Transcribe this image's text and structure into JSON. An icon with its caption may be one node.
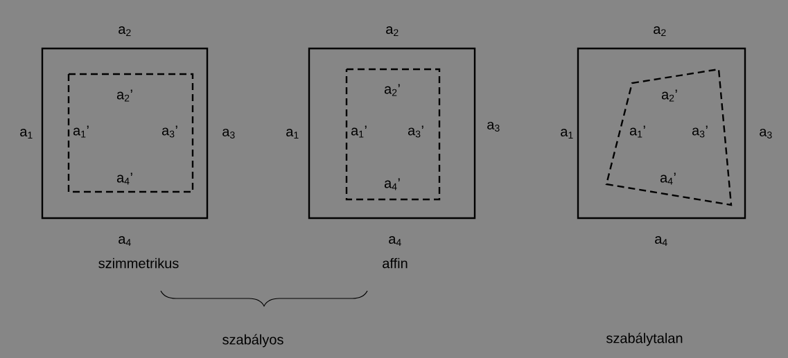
{
  "diagram": {
    "nodes": [
      {
        "text": [],
        "shape": "box",
        "beside": [
          "a$_{2}$",
          "a$_{1}$",
          "a$_{3}$",
          "a$_{4}$"
        ]
      },
      {
        "text": [
          "a$_{2}$’",
          "a$_{1}$’",
          "a$_{3}$’",
          "a$_{4}$’"
        ],
        "in": 0
      },
      {
        "text": [],
        "shape": "box",
        "beside": [
          "a$_{2}$",
          "a$_{1}$",
          "a$_{3}$",
          "a$_{4}$"
        ]
      },
      {
        "text": [
          "a$_{2}$’",
          "a$_{1}$’",
          "a$_{3}$’",
          "a$_{4}$’"
        ],
        "in": 2
      },
      {
        "text": [],
        "shape": "box",
        "beside": [
          "a$_{2}$",
          "a$_{1}$",
          "a$_{3}$",
          "a$_{4}$"
        ]
      },
      {
        "text": [
          "a$_{2}$’",
          "a$_{1}$’",
          "a$_{3}$’",
          "a$_{4}$’"
        ],
        "in": 4
      }
    ],
    "labels": [
      "szimmetrikus",
      "affin",
      "szabályos",
      "szabálytalan"
    ]
  }
}
